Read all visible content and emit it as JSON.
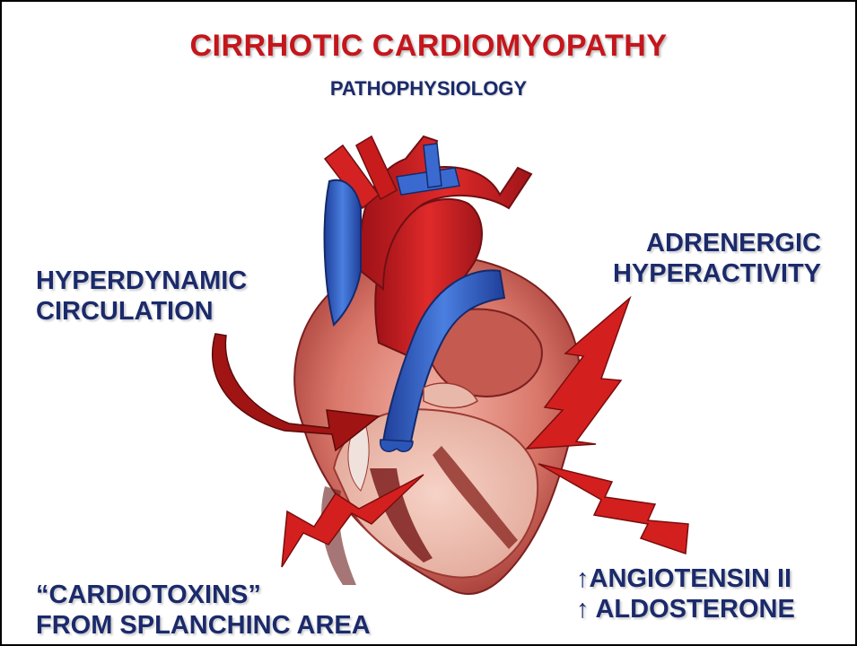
{
  "title": "CIRRHOTIC CARDIOMYOPATHY",
  "subtitle": "PATHOPHYSIOLOGY",
  "labels": {
    "hyperdynamic": [
      "HYPERDYNAMIC",
      "CIRCULATION"
    ],
    "adrenergic": [
      "ADRENERGIC",
      "HYPERACTIVITY"
    ],
    "cardiotoxins": [
      "“CARDIOTOXINS”",
      "FROM SPLANCHINC AREA"
    ],
    "hormones": [
      "↑ANGIOTENSIN II",
      "↑ ALDOSTERONE"
    ]
  },
  "colors": {
    "title": "#c4161c",
    "label": "#1b2a6b",
    "bolt": "#d41f1f",
    "curved_arrow": "#a11414"
  }
}
